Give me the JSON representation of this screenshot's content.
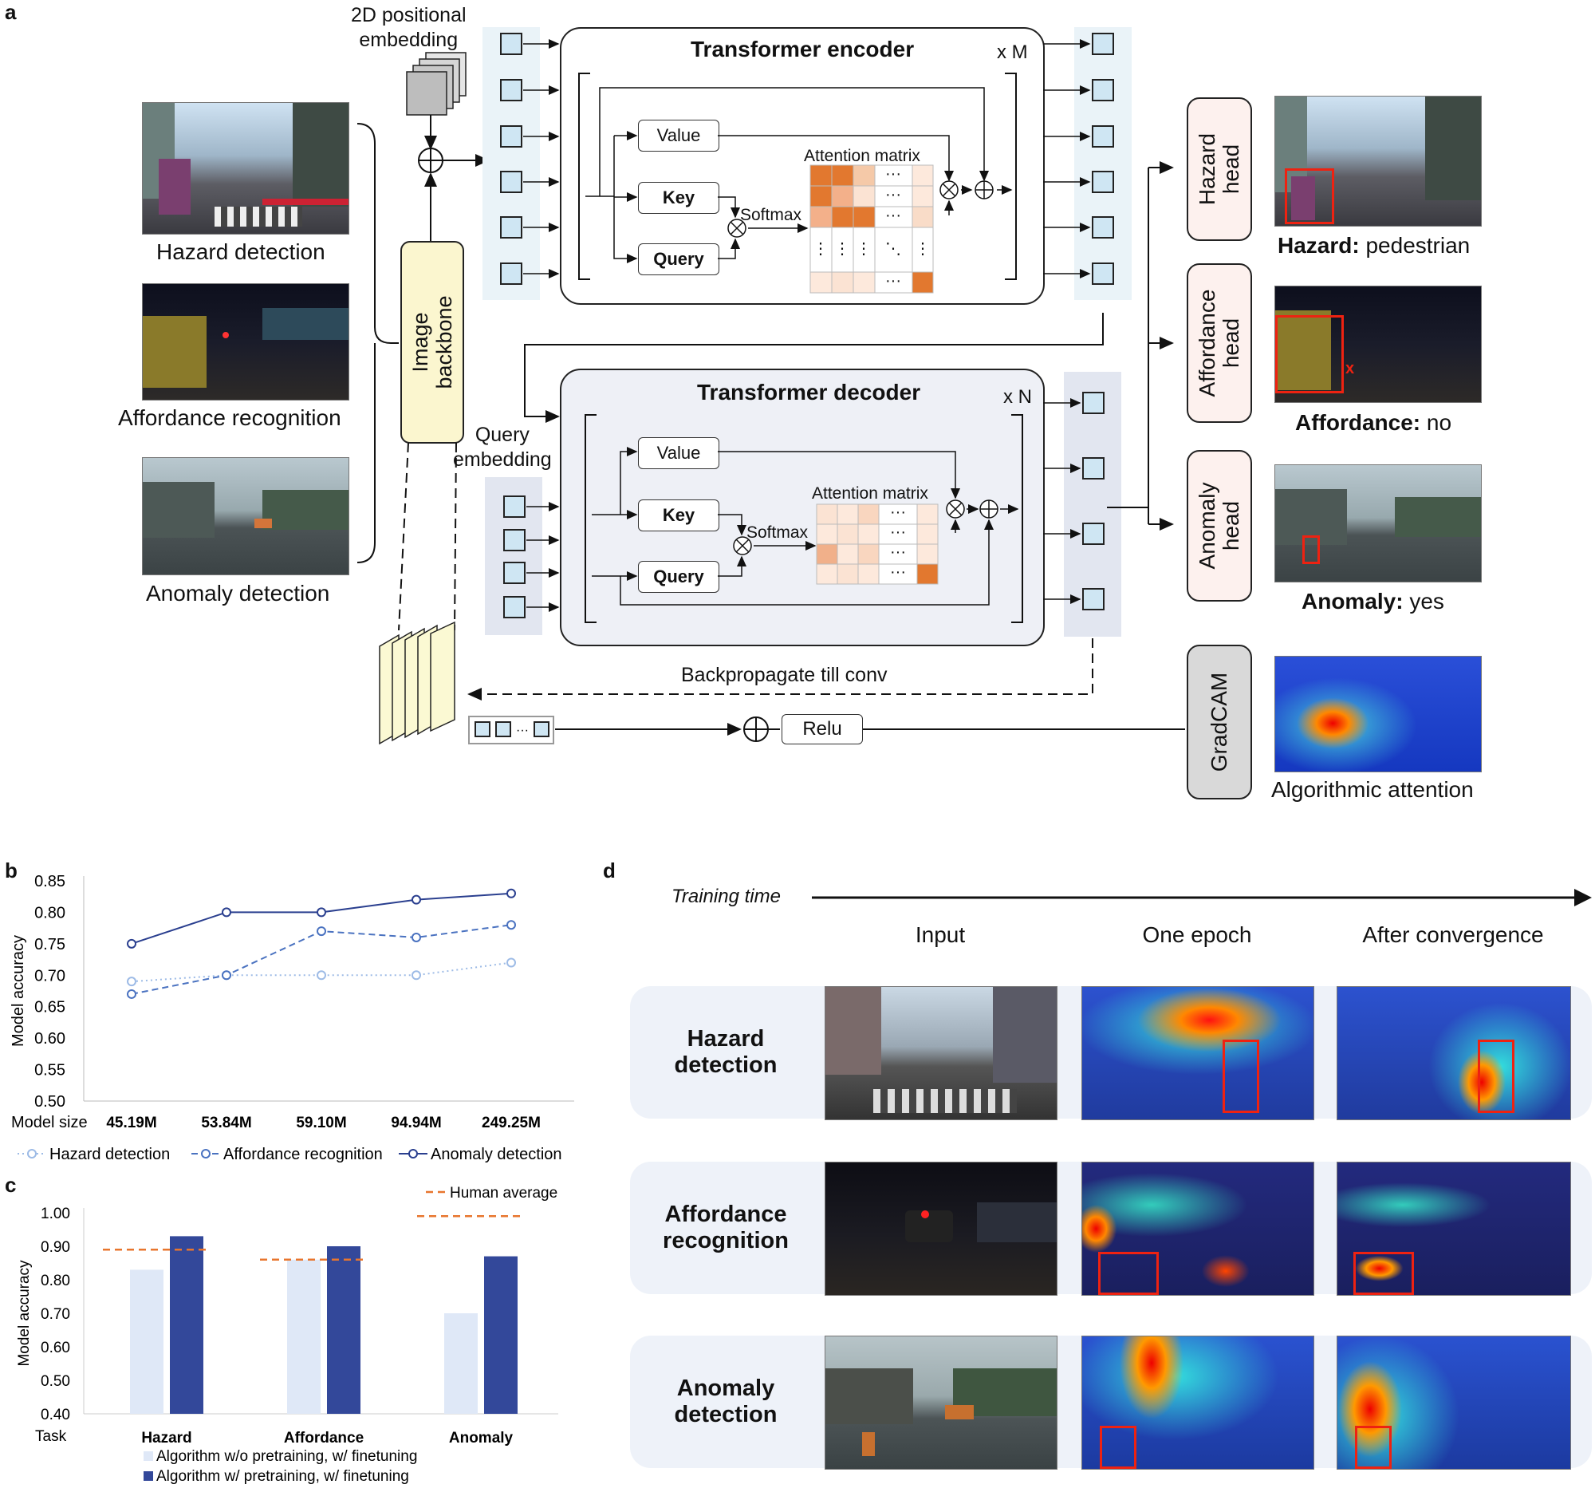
{
  "panel_a": {
    "letter": "a",
    "positional_embedding": "2D positional\nembedding",
    "image_backbone": "Image\nbackbone",
    "query_embedding": "Query\nembedding",
    "inputs": [
      {
        "caption": "Hazard detection"
      },
      {
        "caption": "Affordance recognition"
      },
      {
        "caption": "Anomaly detection"
      }
    ],
    "encoder": {
      "title": "Transformer encoder",
      "repeat": "x M",
      "value": "Value",
      "key": "Key",
      "query": "Query",
      "softmax": "Softmax",
      "attention": "Attention matrix"
    },
    "decoder": {
      "title": "Transformer decoder",
      "repeat": "x N",
      "value": "Value",
      "key": "Key",
      "query": "Query",
      "softmax": "Softmax",
      "attention": "Attention matrix"
    },
    "heads": [
      {
        "label": "Hazard\nhead",
        "result_bold": "Hazard:",
        "result": " pedestrian"
      },
      {
        "label": "Affordance\nhead",
        "result_bold": "Affordance:",
        "result": " no"
      },
      {
        "label": "Anomaly\nhead",
        "result_bold": "Anomaly:",
        "result": " yes"
      }
    ],
    "gradcam": {
      "label": "GradCAM",
      "caption": "Algorithmic attention"
    },
    "backprop": "Backpropagate till conv",
    "relu": "Relu",
    "dots": "···",
    "hdots": "···",
    "vdots": "⋮",
    "ddots": "⋱",
    "affordance_mark": "x",
    "colors": {
      "attention_orange": "#e2782f",
      "attention_light": "#fbe3d3",
      "attention_mid": "#f2b58f",
      "backbone": "#fbf6cf",
      "head_box": "#fdf1ee",
      "gradcam_box": "#d9d9d9"
    }
  },
  "panel_b": {
    "letter": "b",
    "chart_data": {
      "type": "line",
      "categories": [
        "45.19M",
        "53.84M",
        "59.10M",
        "94.94M",
        "249.25M"
      ],
      "xlabel": "Model size",
      "ylabel": "Model accuracy",
      "ylim": [
        0.5,
        0.85
      ],
      "yticks": [
        "0.50",
        "0.55",
        "0.60",
        "0.65",
        "0.70",
        "0.75",
        "0.80",
        "0.85"
      ],
      "legend_placement": "bottom",
      "series": [
        {
          "name": "Hazard detection",
          "values": [
            0.69,
            0.7,
            0.7,
            0.7,
            0.72
          ],
          "color": "#9dbbe6",
          "style": "dotted"
        },
        {
          "name": "Affordance recognition",
          "values": [
            0.67,
            0.7,
            0.77,
            0.76,
            0.78
          ],
          "color": "#4a72c0",
          "style": "dashed"
        },
        {
          "name": "Anomaly detection",
          "values": [
            0.75,
            0.8,
            0.8,
            0.82,
            0.83
          ],
          "color": "#2a3f8f",
          "style": "solid"
        }
      ]
    }
  },
  "panel_c": {
    "letter": "c",
    "chart_data": {
      "type": "bar",
      "categories": [
        "Hazard",
        "Affordance",
        "Anomaly"
      ],
      "xlabel": "Task",
      "ylabel": "Model accuracy",
      "ylim": [
        0.4,
        1.0
      ],
      "yticks": [
        "0.40",
        "0.50",
        "0.60",
        "0.70",
        "0.80",
        "0.90",
        "1.00"
      ],
      "series": [
        {
          "name": "Algorithm w/o pretraining, w/ finetuning",
          "values": [
            0.83,
            0.86,
            0.7
          ],
          "color": "#dfe8f7"
        },
        {
          "name": "Algorithm w/ pretraining, w/ finetuning",
          "values": [
            0.93,
            0.9,
            0.87
          ],
          "color": "#33489a"
        }
      ],
      "human_average": {
        "name": "Human average",
        "values": [
          0.89,
          0.86,
          0.99
        ],
        "color": "#e8762e"
      }
    }
  },
  "panel_d": {
    "letter": "d",
    "training_time": "Training time",
    "columns": [
      "Input",
      "One epoch",
      "After convergence"
    ],
    "rows": [
      {
        "label": "Hazard\ndetection"
      },
      {
        "label": "Affordance\nrecognition"
      },
      {
        "label": "Anomaly\ndetection"
      }
    ]
  }
}
